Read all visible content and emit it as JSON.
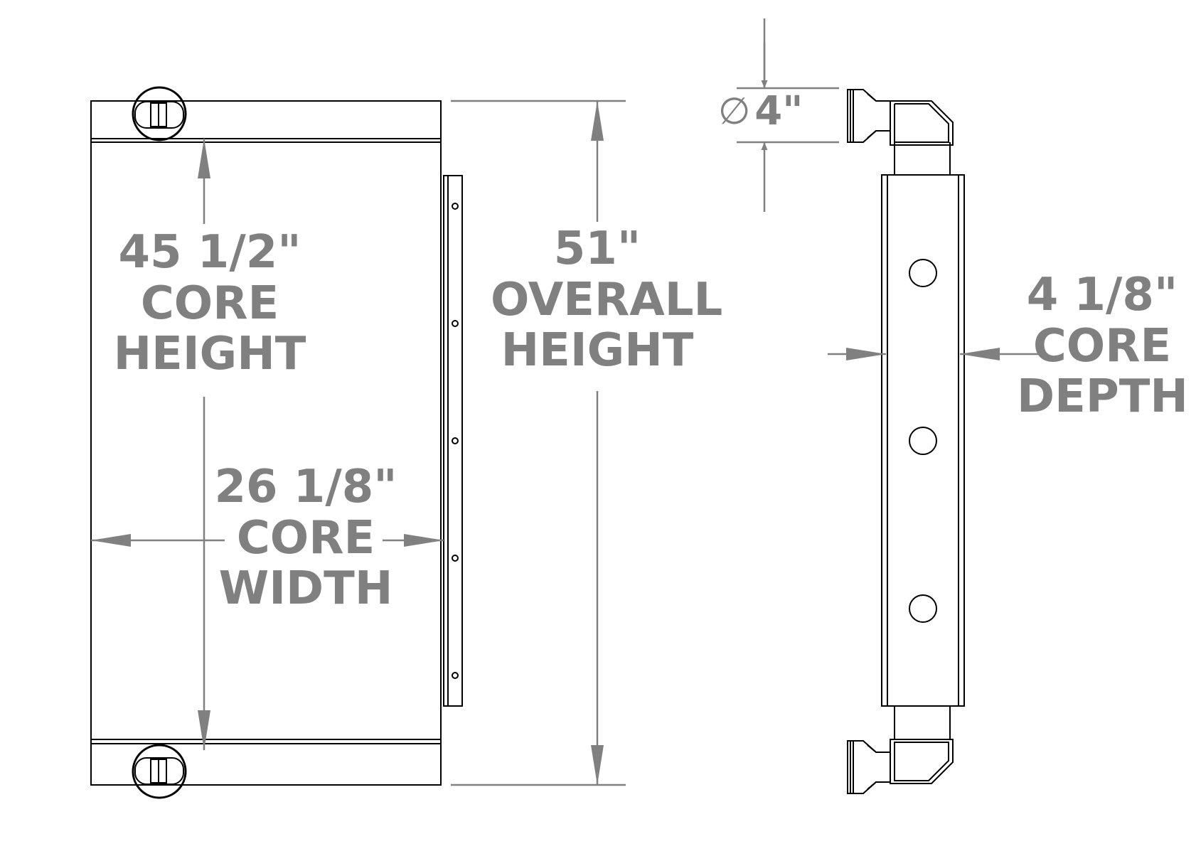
{
  "dimensions": {
    "core_height": {
      "value": "45 1/2\"",
      "line1": "CORE",
      "line2": "HEIGHT"
    },
    "core_width": {
      "value": "26 1/8\"",
      "line1": "CORE",
      "line2": "WIDTH"
    },
    "overall_height": {
      "value": "51\"",
      "line1": "OVERALL",
      "line2": "HEIGHT"
    },
    "pipe_diameter": {
      "symbol": "∅",
      "value": "4\""
    },
    "core_depth": {
      "value": "4 1/8\"",
      "line1": "CORE",
      "line2": "DEPTH"
    }
  },
  "colors": {
    "outline": "#000000",
    "dimension": "#808080",
    "background": "#ffffff"
  }
}
